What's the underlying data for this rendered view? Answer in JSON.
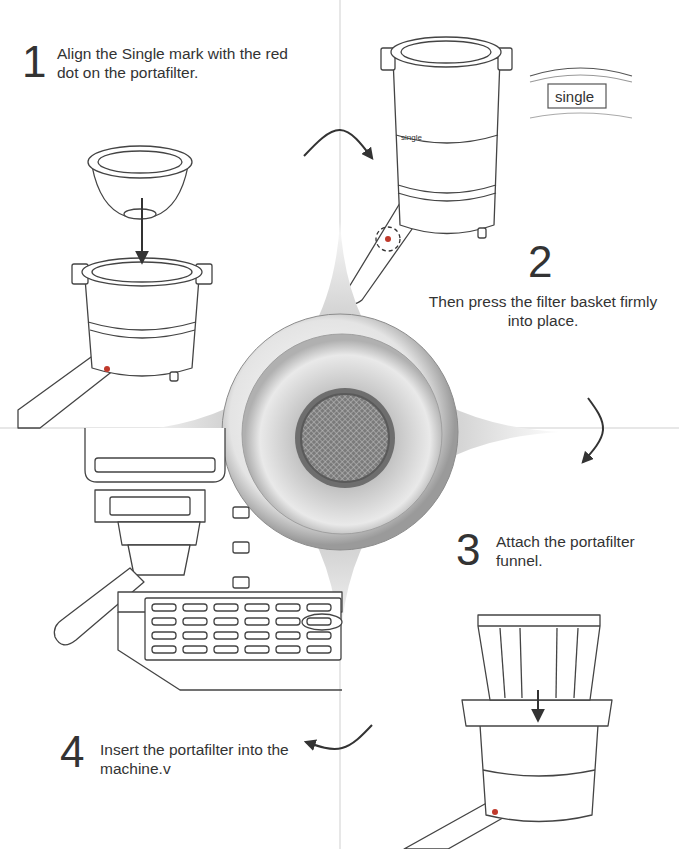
{
  "diagram": {
    "nodes": [
      {
        "text": [
          "1",
          "Align the Single mark with the red dot on the portafilter."
        ]
      },
      {
        "text": [
          "2",
          "Then press the filter basket firmly into place."
        ]
      },
      {
        "text": [
          "3",
          "Attach the portafilter funnel."
        ]
      },
      {
        "text": [
          "4",
          "Insert the portafilter into the machine.v"
        ]
      }
    ],
    "edges": [
      {
        "from": 0,
        "to": 1,
        "arrow": "to"
      },
      {
        "from": 1,
        "to": 2,
        "arrow": "to"
      },
      {
        "from": 2,
        "to": 3,
        "arrow": "to"
      }
    ],
    "labels": [
      "single",
      "single"
    ]
  }
}
